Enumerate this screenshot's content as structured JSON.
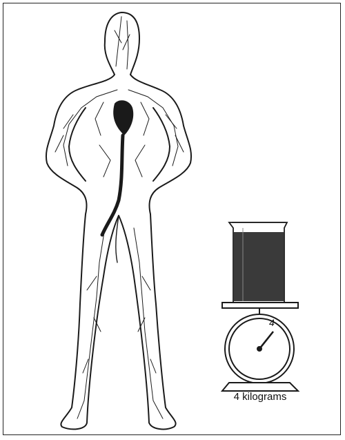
{
  "scale": {
    "reading": "4 kilograms",
    "dial_number": "4"
  },
  "figure": {
    "subject": "human-circulatory-system",
    "container": "beaker-of-blood"
  },
  "colors": {
    "line": "#1a1a1a",
    "blood_fill": "#3a3a3a",
    "background": "#ffffff"
  }
}
